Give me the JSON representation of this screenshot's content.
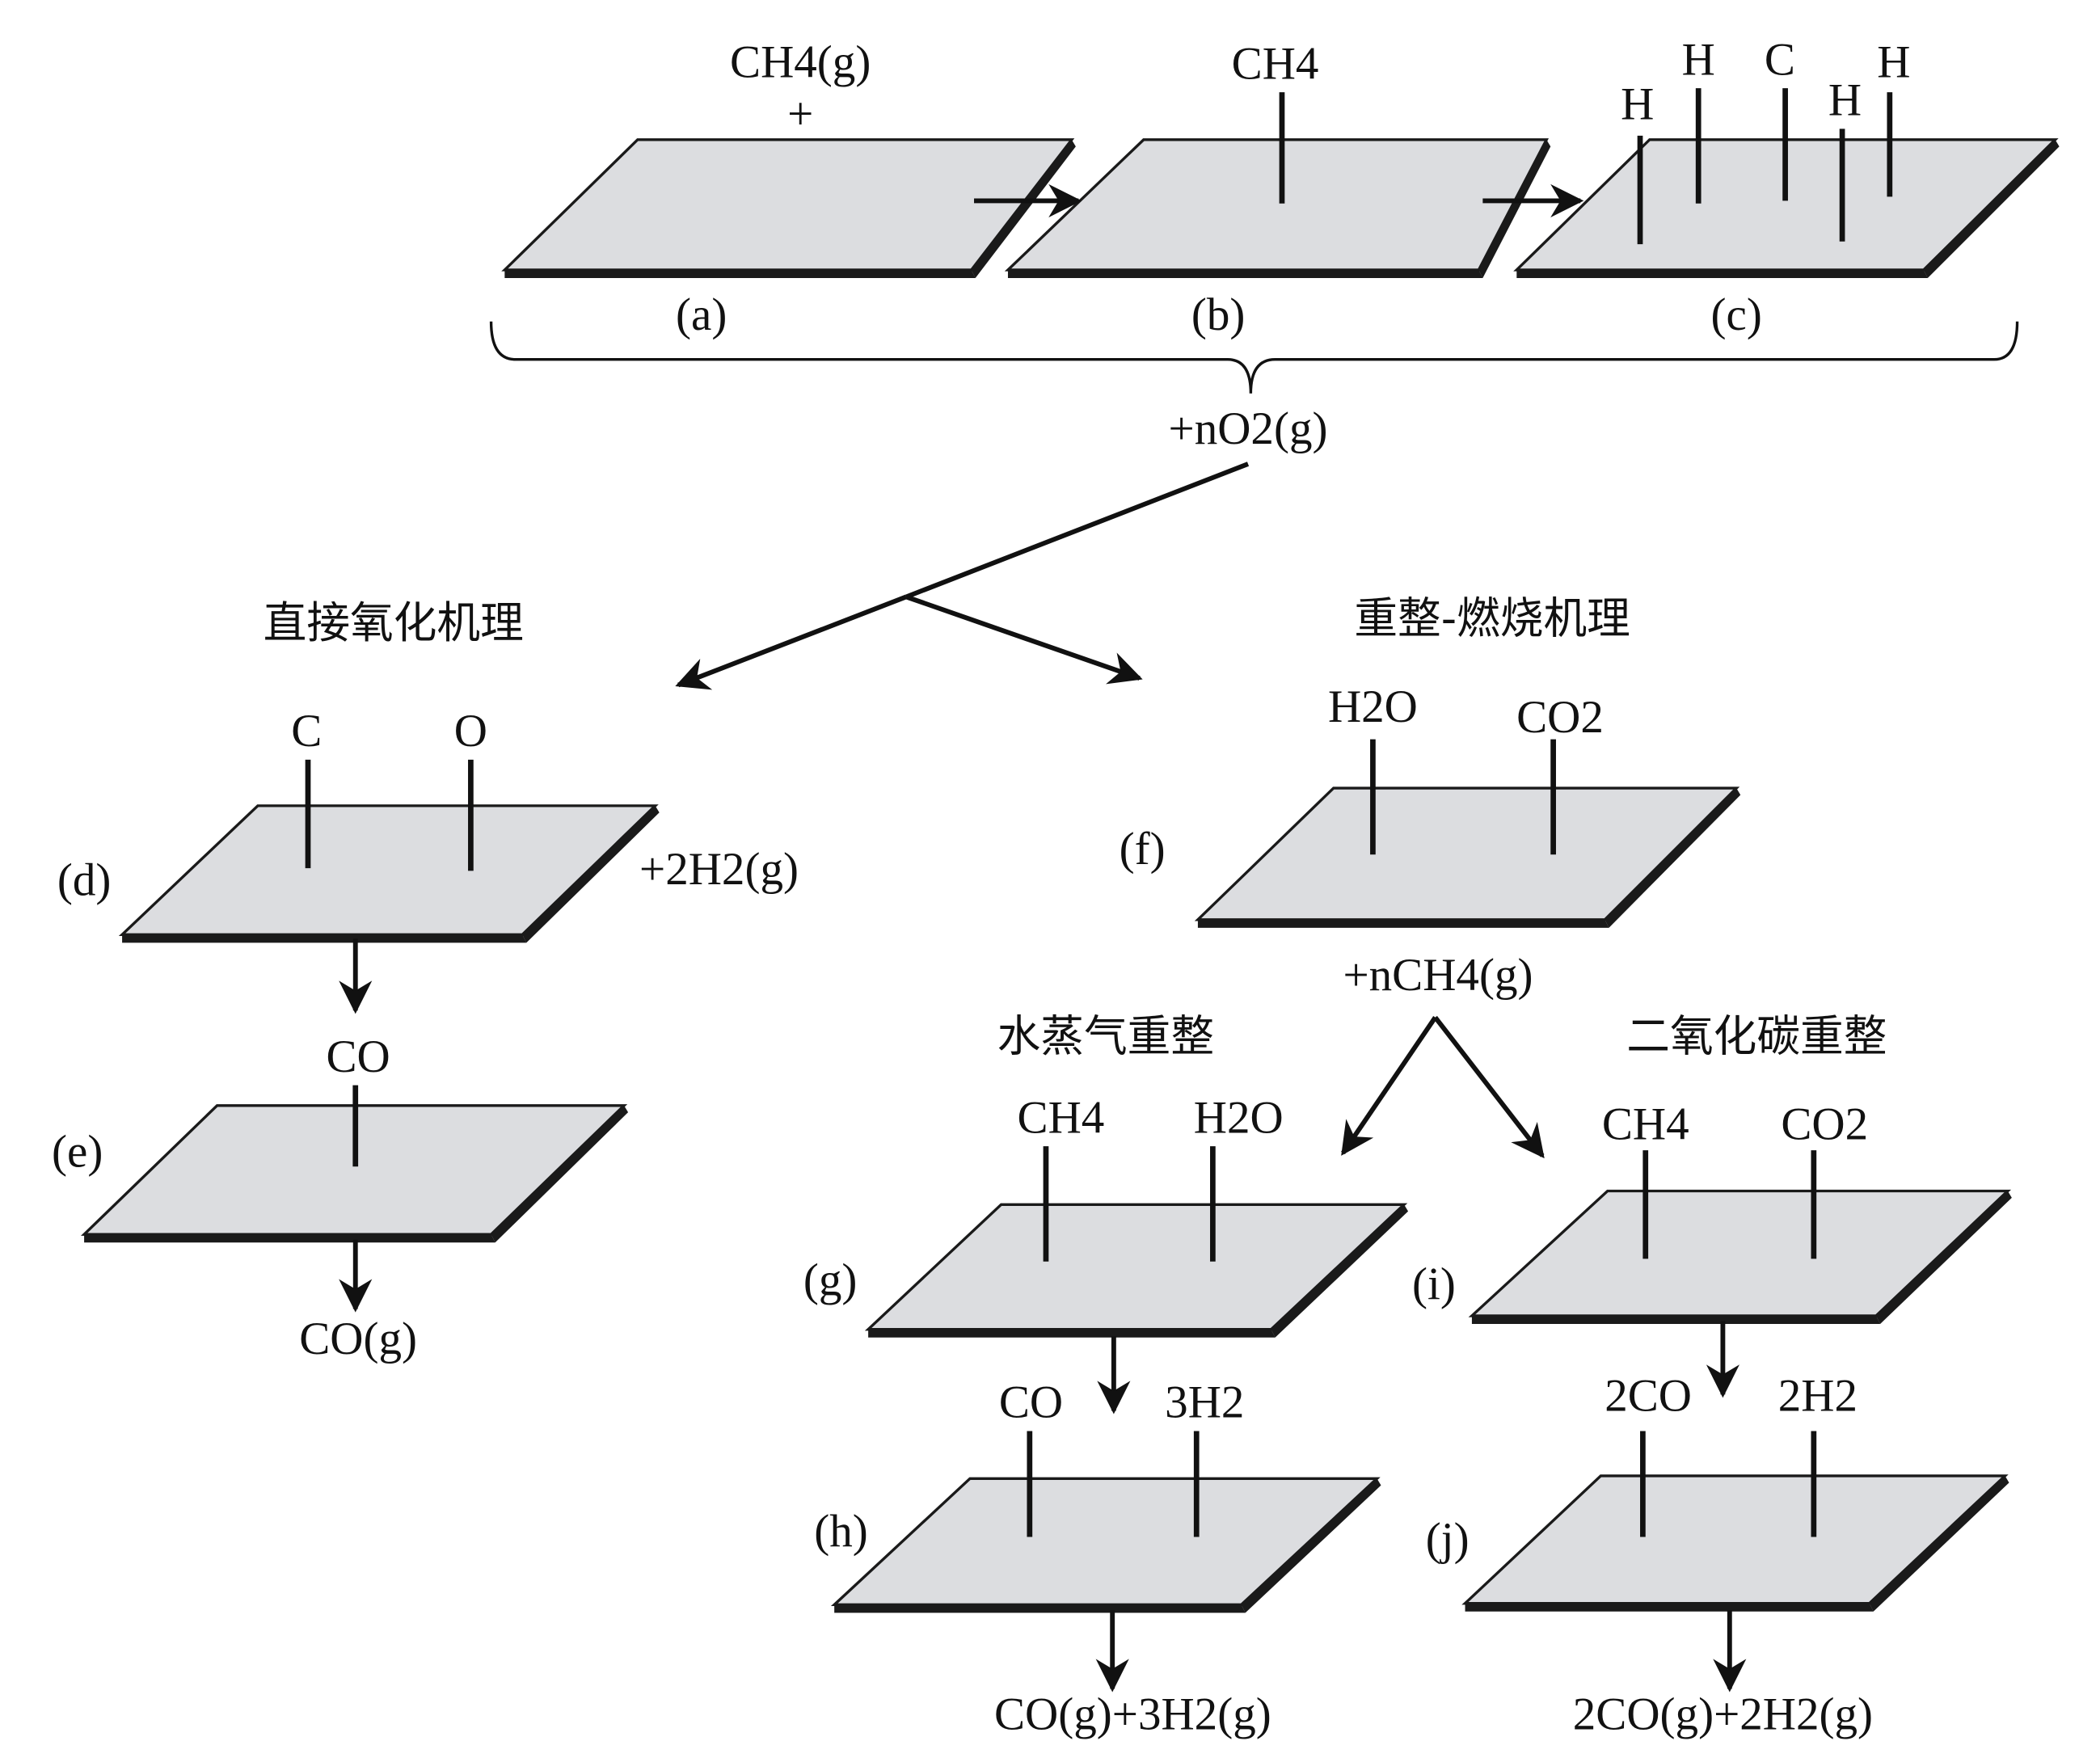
{
  "colors": {
    "plate_fill": "#dcdde0",
    "plate_edge": "#1a1a1a",
    "line": "#111111"
  },
  "top_row": {
    "reactant_label": "CH4(g)",
    "plus_label": "+",
    "adsorbed_label": "CH4",
    "dissociated_labels": [
      "H",
      "H",
      "C",
      "H",
      "H"
    ],
    "panel_labels": [
      "(a)",
      "(b)",
      "(c)"
    ],
    "oxygen_label": "+nO2(g)"
  },
  "direct_oxidation": {
    "title": "直接氧化机理",
    "d_label": "(d)",
    "d_species": [
      "C",
      "O"
    ],
    "d_product": "+2H2(g)",
    "e_label": "(e)",
    "e_species": [
      "CO"
    ],
    "e_product": "CO(g)"
  },
  "reforming_combustion": {
    "title": "重整-燃烧机理",
    "f_label": "(f)",
    "f_species": [
      "H2O",
      "CO2"
    ],
    "methane_label": "+nCH4(g)",
    "steam": {
      "title": "水蒸气重整",
      "g_label": "(g)",
      "g_species": [
        "CH4",
        "H2O"
      ],
      "h_label": "(h)",
      "h_species": [
        "CO",
        "3H2"
      ],
      "product": "CO(g)+3H2(g)"
    },
    "dry": {
      "title": "二氧化碳重整",
      "i_label": "(i)",
      "i_species": [
        "CH4",
        "CO2"
      ],
      "j_label": "(j)",
      "j_species": [
        "2CO",
        "2H2"
      ],
      "product": "2CO(g)+2H2(g)"
    }
  }
}
